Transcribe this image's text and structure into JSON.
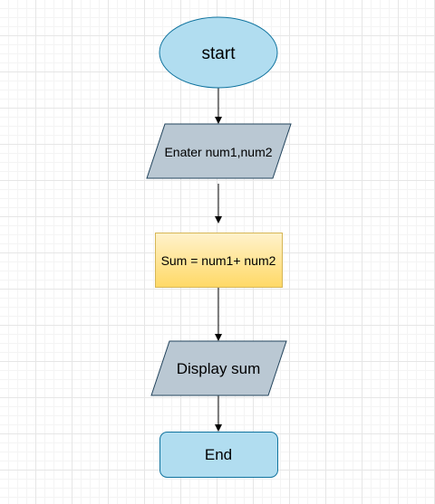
{
  "diagram": {
    "nodes": {
      "start": {
        "label": "start",
        "shape": "ellipse",
        "fill": "#b1ddf0",
        "stroke": "#10739e"
      },
      "input": {
        "label": "Enater num1,num2",
        "shape": "parallelogram",
        "fill": "#bac8d3",
        "stroke": "#23445d"
      },
      "process": {
        "label": "Sum = num1+ num2",
        "shape": "rectangle",
        "fill_top": "#fff2cc",
        "fill_bottom": "#ffd966",
        "stroke": "#d6b656"
      },
      "output": {
        "label": "Display sum",
        "shape": "parallelogram",
        "fill": "#bac8d3",
        "stroke": "#23445d"
      },
      "end": {
        "label": "End",
        "shape": "rounded-rectangle",
        "fill": "#b1ddf0",
        "stroke": "#10739e"
      }
    },
    "edges": [
      {
        "from": "start",
        "to": "input"
      },
      {
        "from": "input",
        "to": "process"
      },
      {
        "from": "process",
        "to": "output"
      },
      {
        "from": "output",
        "to": "end"
      }
    ]
  }
}
